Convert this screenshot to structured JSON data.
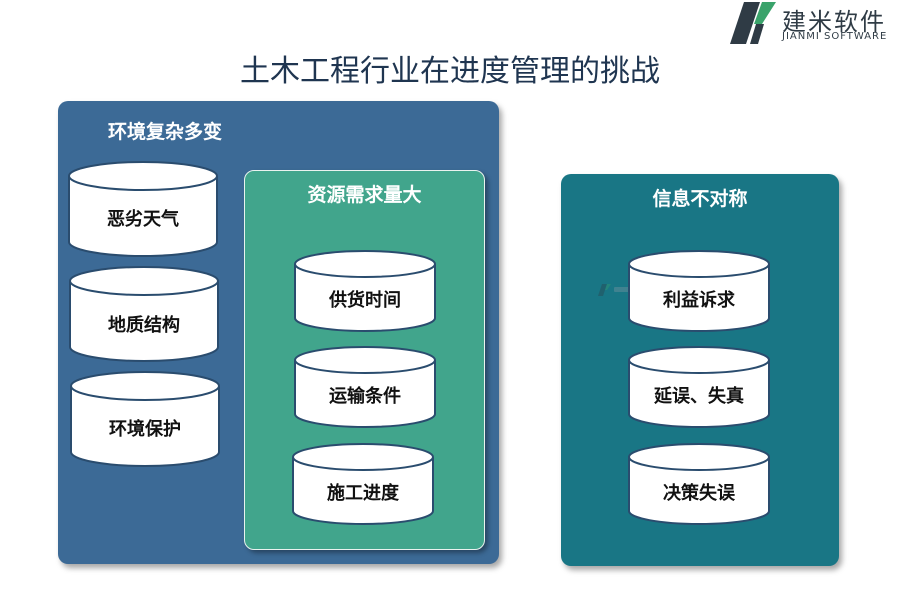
{
  "logo": {
    "name_cn": "建米软件",
    "name_en": "JIANMI SOFTWARE"
  },
  "title": "土木工程行业在进度管理的挑战",
  "groups": {
    "left": {
      "label": "环境复杂多变",
      "items": [
        "恶劣天气",
        "地质结构",
        "环境保护"
      ]
    },
    "middle": {
      "label": "资源需求量大",
      "items": [
        "供货时间",
        "运输条件",
        "施工进度"
      ]
    },
    "right": {
      "label": "信息不对称",
      "items": [
        "利益诉求",
        "延误、失真",
        "决策失误"
      ]
    }
  },
  "colors": {
    "left_panel": "#3c6a96",
    "middle_panel": "#41a58c",
    "right_panel": "#197685",
    "cylinder_fill": "#ffffff",
    "cylinder_border": "#2a4c6e",
    "title": "#1f3550"
  }
}
